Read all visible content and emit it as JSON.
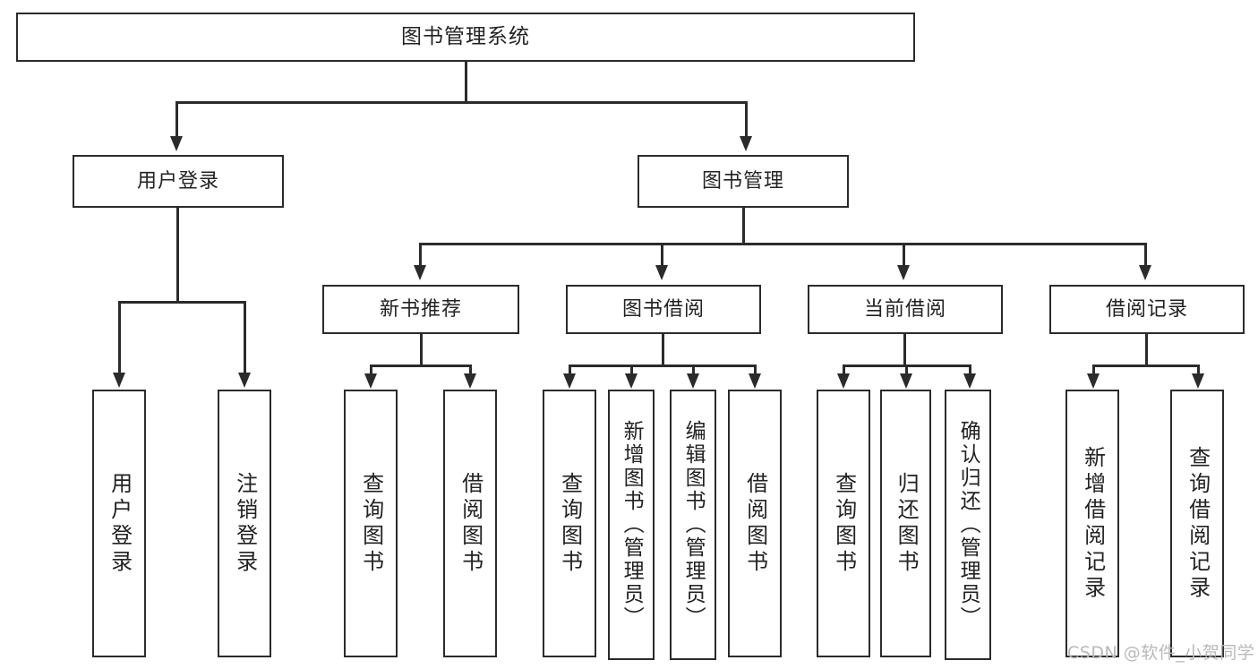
{
  "diagram": {
    "title": "图书管理系统",
    "watermark": "CSDN @软件_小贺同学",
    "root": {
      "label": "图书管理系统"
    },
    "level1": [
      {
        "label": "用户登录"
      },
      {
        "label": "图书管理"
      }
    ],
    "level2": [
      {
        "label": "新书推荐"
      },
      {
        "label": "图书借阅"
      },
      {
        "label": "当前借阅"
      },
      {
        "label": "借阅记录"
      }
    ],
    "leaves": {
      "user_login": [
        {
          "label": "用户登录"
        },
        {
          "label": "注销登录"
        }
      ],
      "new_book_recommend": [
        {
          "label": "查询图书"
        },
        {
          "label": "借阅图书"
        }
      ],
      "book_borrow": [
        {
          "label": "查询图书"
        },
        {
          "label": "新增图书（管理员）"
        },
        {
          "label": "编辑图书（管理员）"
        },
        {
          "label": "借阅图书"
        }
      ],
      "current_borrow": [
        {
          "label": "查询图书"
        },
        {
          "label": "归还图书"
        },
        {
          "label": "确认归还（管理员）"
        }
      ],
      "borrow_record": [
        {
          "label": "新增借阅记录"
        },
        {
          "label": "查询借阅记录"
        }
      ]
    },
    "colors": {
      "stroke": "#2b2b2b",
      "fill": "#ffffff",
      "text": "#222222",
      "watermark": "#b9b9b9"
    }
  }
}
